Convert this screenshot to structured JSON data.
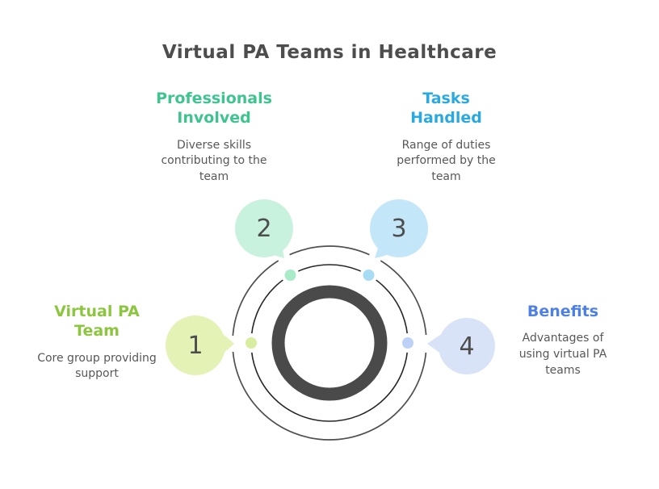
{
  "page": {
    "title": "Virtual PA Teams in Healthcare",
    "title_color": "#4d4d4d",
    "background": "#ffffff"
  },
  "diagram": {
    "outer_circle_color": "#4f4f4f",
    "dashed_circle_color": "#262626",
    "ring_color": "#4a4a4a",
    "number_color": "#4d4d4d",
    "body_text_color": "#58585a"
  },
  "nodes": [
    {
      "number": "1",
      "heading": "Virtual PA\nTeam",
      "description": "Core group providing\nsupport",
      "heading_color": "#8cc63f",
      "bubble_color": "#e4f2b6",
      "dot_color": "#d9eda0"
    },
    {
      "number": "2",
      "heading": "Professionals\nInvolved",
      "description": "Diverse skills\ncontributing to the\nteam",
      "heading_color": "#3ec48f",
      "bubble_color": "#c9f2de",
      "dot_color": "#a9eac9"
    },
    {
      "number": "3",
      "heading": "Tasks\nHandled",
      "description": "Range of duties\nperformed by the\nteam",
      "heading_color": "#2aa9e0",
      "bubble_color": "#c3e7f8",
      "dot_color": "#a8dcf5"
    },
    {
      "number": "4",
      "heading": "Benefits",
      "description": "Advantages of\nusing virtual PA\nteams",
      "heading_color": "#4f80e4",
      "bubble_color": "#d8e3f8",
      "dot_color": "#bdd1f6"
    }
  ]
}
